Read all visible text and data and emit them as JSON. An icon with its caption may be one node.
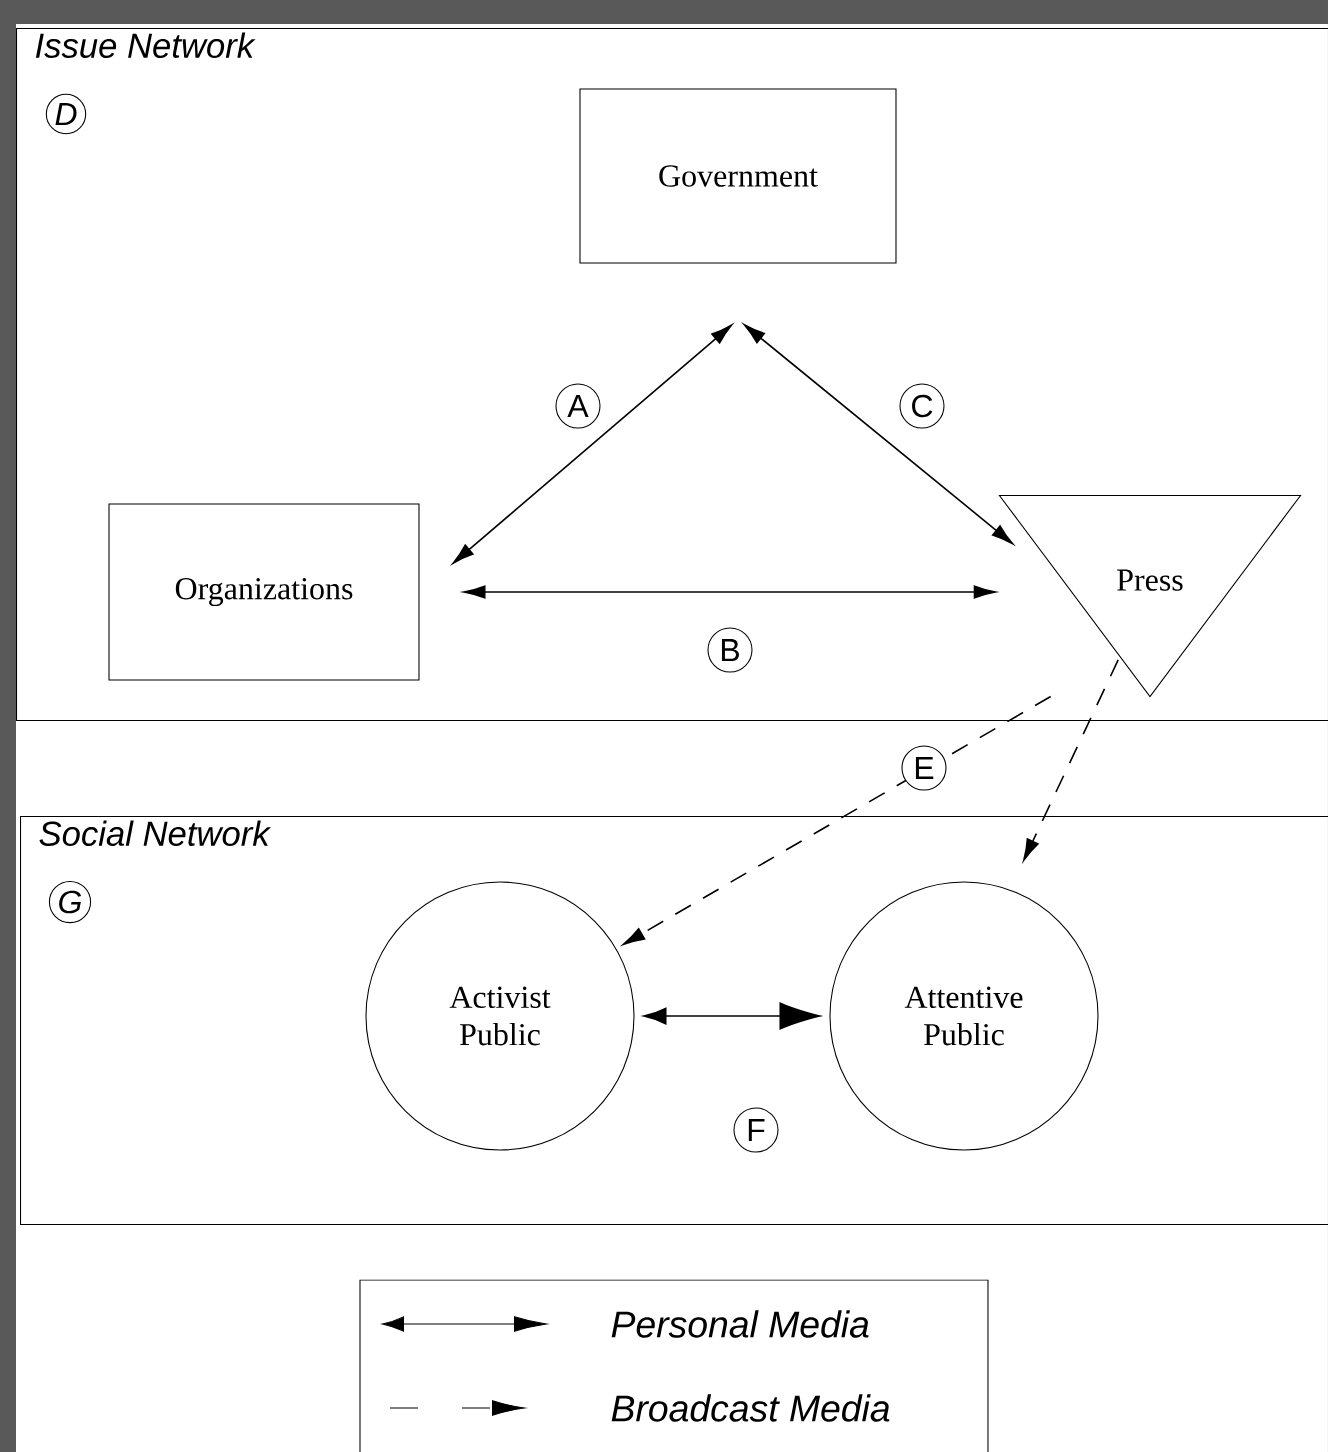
{
  "diagram": {
    "nodes": [
      {
        "text": [
          "Issue Network",
          "D"
        ]
      },
      {
        "text": [
          "Government"
        ],
        "in": 0
      },
      {
        "text": [
          "Organizations"
        ],
        "in": 0
      },
      {
        "text": [
          "Press"
        ],
        "in": 0
      },
      {
        "text": [
          "Social Network",
          "G"
        ]
      },
      {
        "text": [
          "Activist Public"
        ],
        "in": 4
      },
      {
        "text": [
          "Attentive Public"
        ],
        "in": 4
      }
    ],
    "edges": [
      {
        "from": 2,
        "to": 1,
        "arrow": "both",
        "label": "A"
      },
      {
        "from": 2,
        "to": 3,
        "arrow": "both",
        "label": "B"
      },
      {
        "from": 1,
        "to": 3,
        "arrow": "both",
        "label": "C"
      },
      {
        "from": 3,
        "to": 5,
        "arrow": "to",
        "style": "dashed",
        "label": "E"
      },
      {
        "from": 3,
        "to": 6,
        "arrow": "to",
        "style": "dashed"
      },
      {
        "from": 5,
        "to": 6,
        "arrow": "both",
        "label": "F"
      }
    ],
    "legend": [
      {
        "text": "Personal Media"
      },
      {
        "text": "Broadcast Media"
      }
    ]
  }
}
